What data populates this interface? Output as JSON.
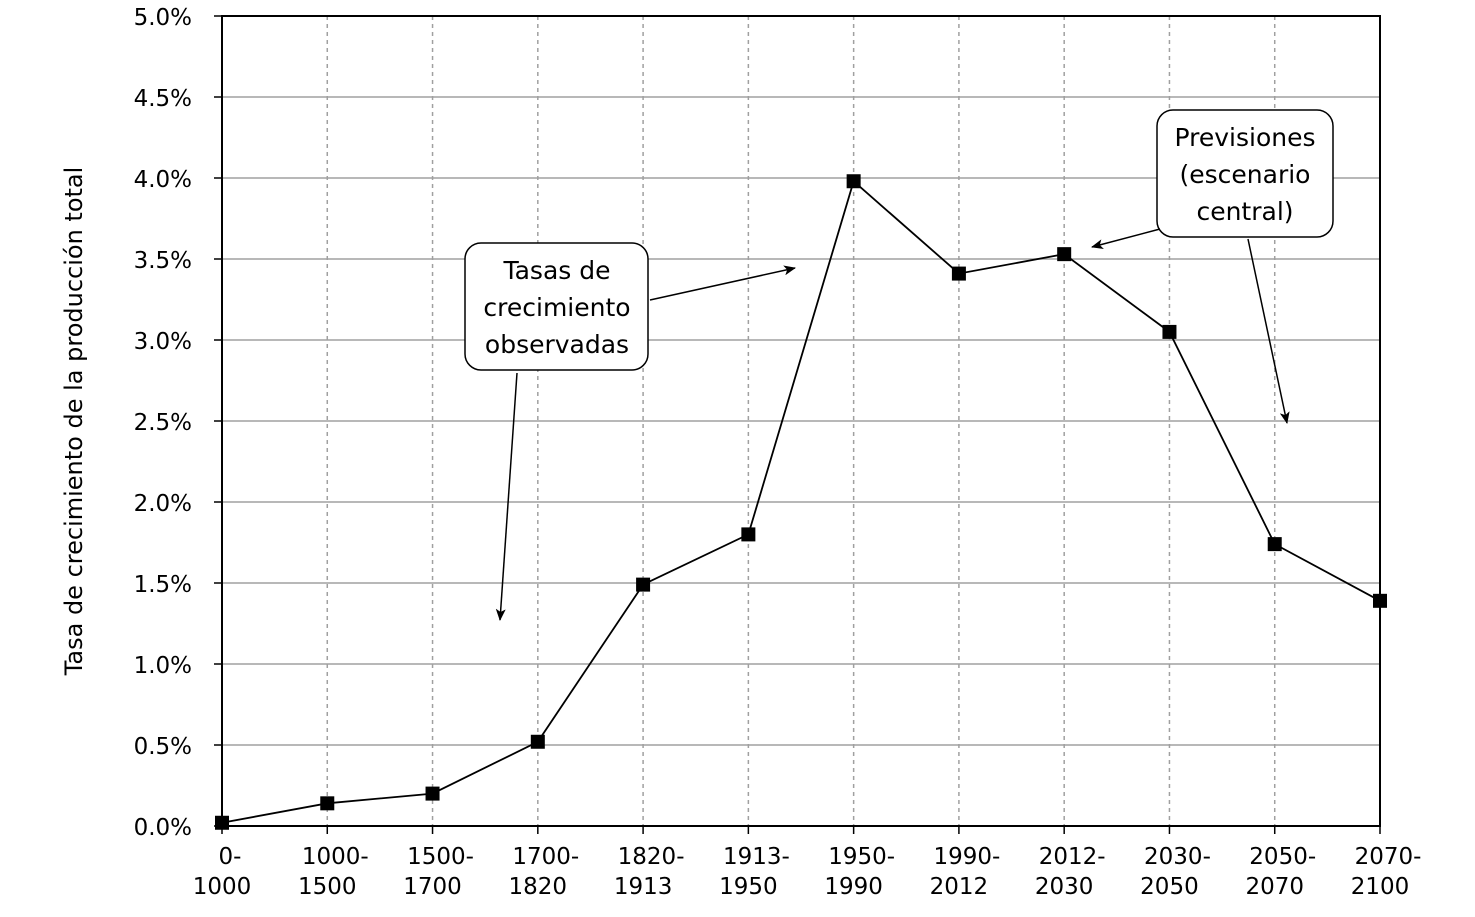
{
  "chart_data": {
    "type": "line",
    "title": "",
    "xlabel": "",
    "ylabel": "Tasa de crecimiento de la producción total",
    "ylim": [
      0,
      5.0
    ],
    "yticks": [
      "0.0%",
      "0.5%",
      "1.0%",
      "1.5%",
      "2.0%",
      "2.5%",
      "3.0%",
      "3.5%",
      "4.0%",
      "4.5%",
      "5.0%"
    ],
    "categories": [
      [
        "0-",
        "1000"
      ],
      [
        "1000-",
        "1500"
      ],
      [
        "1500-",
        "1700"
      ],
      [
        "1700-",
        "1820"
      ],
      [
        "1820-",
        "1913"
      ],
      [
        "1913-",
        "1950"
      ],
      [
        "1950-",
        "1990"
      ],
      [
        "1990-",
        "2012"
      ],
      [
        "2012-",
        "2030"
      ],
      [
        "2030-",
        "2050"
      ],
      [
        "2050-",
        "2070"
      ],
      [
        "2070-",
        "2100"
      ]
    ],
    "series": [
      {
        "name": "Tasa de crecimiento de la producción total (%)",
        "values": [
          0.02,
          0.14,
          0.2,
          0.52,
          1.49,
          1.8,
          3.98,
          3.41,
          3.53,
          3.05,
          1.74,
          1.39
        ]
      }
    ],
    "grid": {
      "horizontal": "solid",
      "vertical": "dashed"
    },
    "annotations": [
      {
        "lines": [
          "Tasas de",
          "crecimiento",
          "observadas"
        ]
      },
      {
        "lines": [
          "Previsiones",
          "(escenario",
          "central)"
        ]
      }
    ],
    "colors": {
      "line": "#000000",
      "grid": "#a0a0a0",
      "marker": "#000000"
    }
  }
}
